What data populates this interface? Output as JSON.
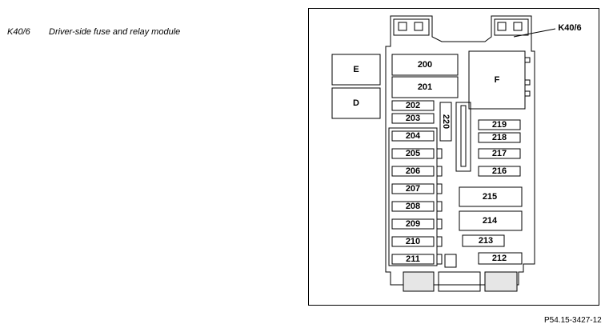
{
  "legend": {
    "code": "K40/6",
    "description": "Driver-side fuse and relay module"
  },
  "diagram": {
    "callout_label": "K40/6",
    "relays": [
      "E",
      "D",
      "F"
    ],
    "fuses": {
      "f200": "200",
      "f201": "201",
      "f202": "202",
      "f203": "203",
      "f204": "204",
      "f205": "205",
      "f206": "206",
      "f207": "207",
      "f208": "208",
      "f209": "209",
      "f210": "210",
      "f211": "211",
      "f212": "212",
      "f213": "213",
      "f214": "214",
      "f215": "215",
      "f216": "216",
      "f217": "217",
      "f218": "218",
      "f219": "219",
      "f220": "220"
    }
  },
  "reference_code": "P54.15-3427-12"
}
